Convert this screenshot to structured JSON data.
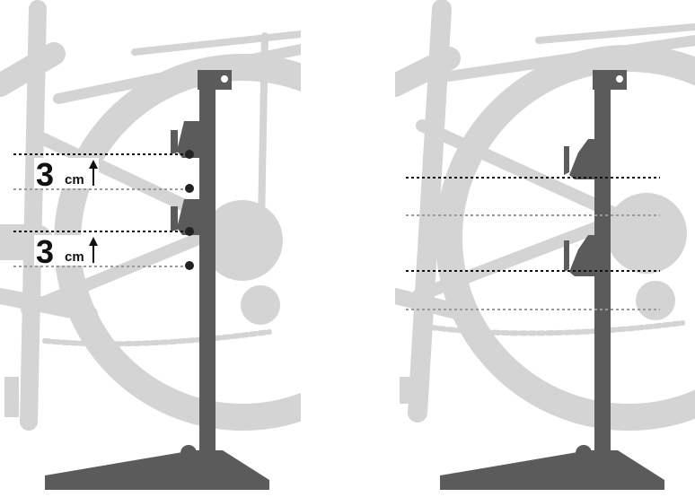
{
  "colors": {
    "bike": "#d4d4d4",
    "stand": "#5b5b5b",
    "background": "#ffffff",
    "annotation": "#111111",
    "dotted_line_light": "#9a9a9a"
  },
  "left_panel": {
    "step_1": {
      "number": "3",
      "unit": "cm"
    },
    "step_2": {
      "number": "3",
      "unit": "cm"
    }
  }
}
